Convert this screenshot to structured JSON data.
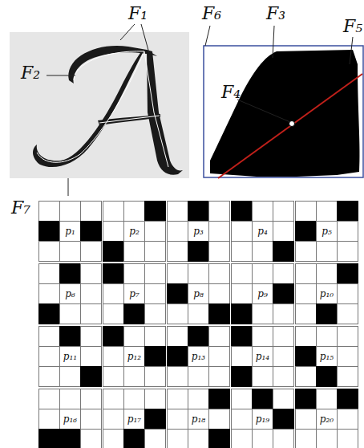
{
  "diagram": {
    "nodes": [
      {
        "text": [
          "p₁"
        ]
      },
      {
        "text": [
          "p₂"
        ]
      },
      {
        "text": [
          "p₃"
        ]
      },
      {
        "text": [
          "p₄"
        ]
      },
      {
        "text": [
          "p₅"
        ]
      },
      {
        "text": [
          "p₆"
        ]
      },
      {
        "text": [
          "p₇"
        ]
      },
      {
        "text": [
          "p₈"
        ]
      },
      {
        "text": [
          "p₉"
        ]
      },
      {
        "text": [
          "p₁₀"
        ]
      },
      {
        "text": [
          "p₁₁"
        ]
      },
      {
        "text": [
          "p₁₂"
        ]
      },
      {
        "text": [
          "p₁₃"
        ]
      },
      {
        "text": [
          "p₁₄"
        ]
      },
      {
        "text": [
          "p₁₅"
        ]
      },
      {
        "text": [
          "p₁₆"
        ]
      },
      {
        "text": [
          "p₁₇"
        ]
      },
      {
        "text": [
          "p₁₈"
        ]
      },
      {
        "text": [
          "p₁₉"
        ]
      },
      {
        "text": [
          "p₂₀"
        ]
      }
    ],
    "labels": [
      "F₁",
      "F₆",
      "F₃",
      "F₅",
      "F₂",
      "F₄",
      "F₇"
    ]
  }
}
